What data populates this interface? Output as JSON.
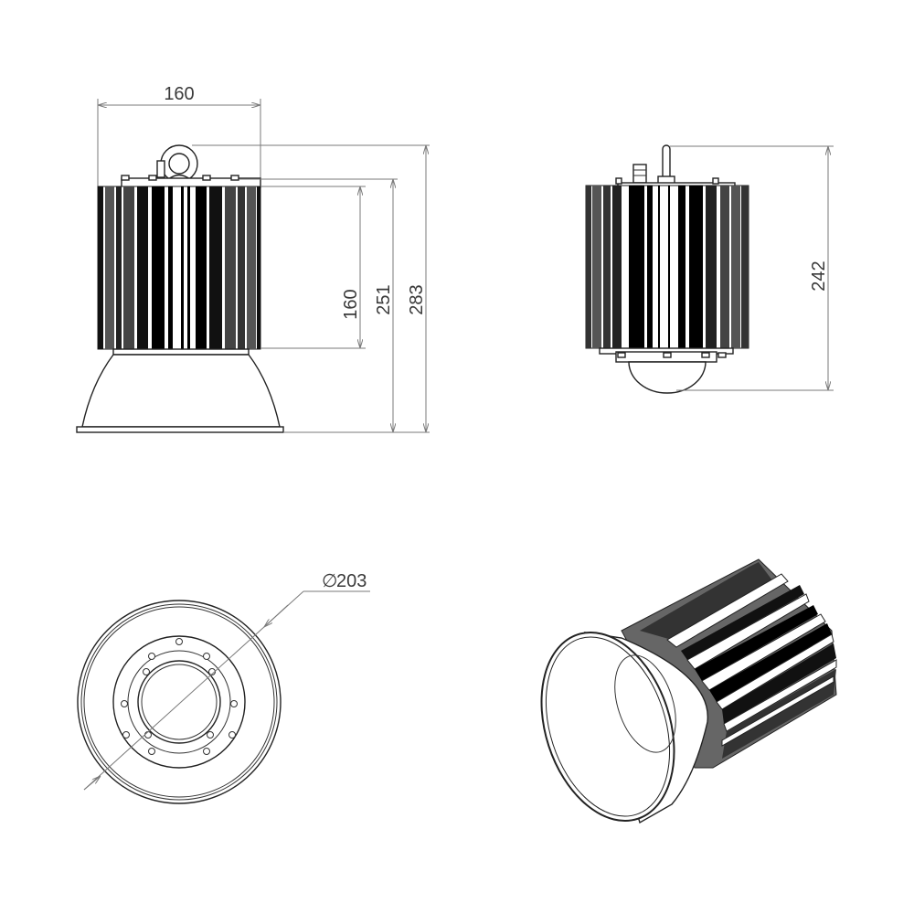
{
  "drawing": {
    "views": {
      "front": {
        "label": "front-elevation",
        "dimensions": {
          "width_top": "160",
          "heatsink_height": "160",
          "body_height": "251",
          "overall_height": "283"
        }
      },
      "side": {
        "label": "side-elevation",
        "dimensions": {
          "overall_height": "242"
        }
      },
      "bottom": {
        "label": "bottom-view",
        "dimensions": {
          "diameter": "203",
          "diameter_symbol": "∅"
        }
      },
      "iso": {
        "label": "isometric-view"
      }
    },
    "colors": {
      "outline": "#222222",
      "dimension_line": "#7a7a7a",
      "text": "#3a3a3a",
      "fin_dark": "#000000",
      "fin_mid": "#4a4a4a",
      "background": "#ffffff"
    }
  }
}
